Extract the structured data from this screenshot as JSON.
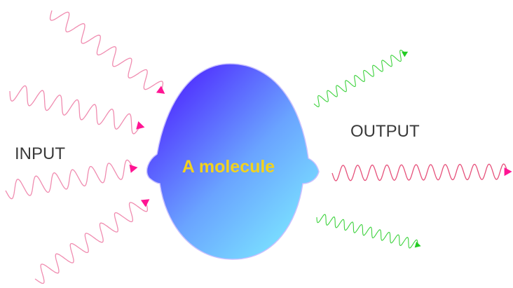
{
  "diagram": {
    "input_label": "INPUT",
    "output_label": "OUTPUT",
    "molecule_label": "A molecule"
  },
  "colors": {
    "input_wave": "#f08cb0",
    "input_arrowhead": "#ff1493",
    "output_wave_red": "#e6507a",
    "output_wave_green": "#3cd23c",
    "output_arrowhead_green": "#22cc22",
    "molecule_gradient_start": "#5030ff",
    "molecule_gradient_end": "#7ae0ff",
    "molecule_label": "#f2d21e"
  },
  "waves": {
    "incoming_count": 4,
    "outgoing_count": 3
  }
}
